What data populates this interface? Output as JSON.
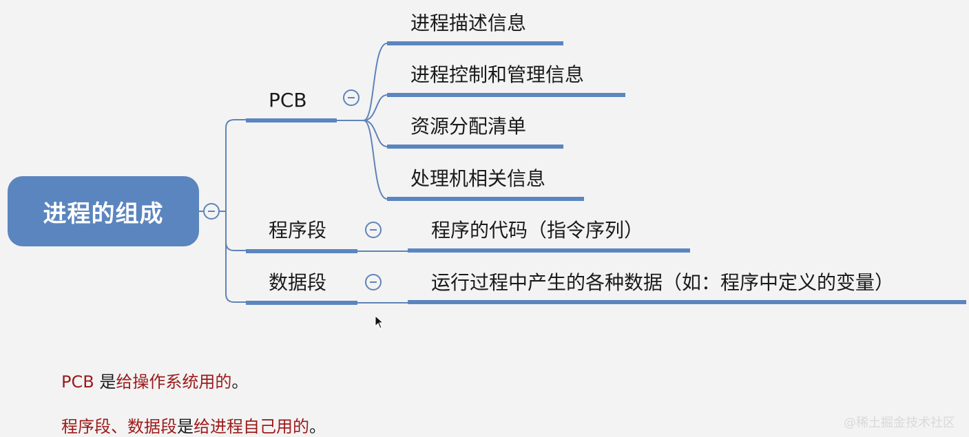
{
  "root": {
    "label": "进程的组成"
  },
  "branches": [
    {
      "label": "PCB",
      "children": [
        "进程描述信息",
        "进程控制和管理信息",
        "资源分配清单",
        "处理机相关信息"
      ]
    },
    {
      "label": "程序段",
      "children": [
        "程序的代码（指令序列）"
      ]
    },
    {
      "label": "数据段",
      "children": [
        "运行过程中产生的各种数据（如：程序中定义的变量）"
      ]
    }
  ],
  "notes": [
    {
      "red": "PCB",
      "black": " 是",
      "red2": "给操作系统用的",
      "black2": "。"
    },
    {
      "red": "程序段、数据段",
      "black": "是",
      "red2": "给进程自己用的",
      "black2": "。"
    }
  ],
  "watermark": "@稀土掘金技术社区",
  "colors": {
    "background": "#f3f3f3",
    "root_fill": "#5b85bf",
    "branch_line": "#5e83b8",
    "note_red": "#9c1a1a"
  }
}
